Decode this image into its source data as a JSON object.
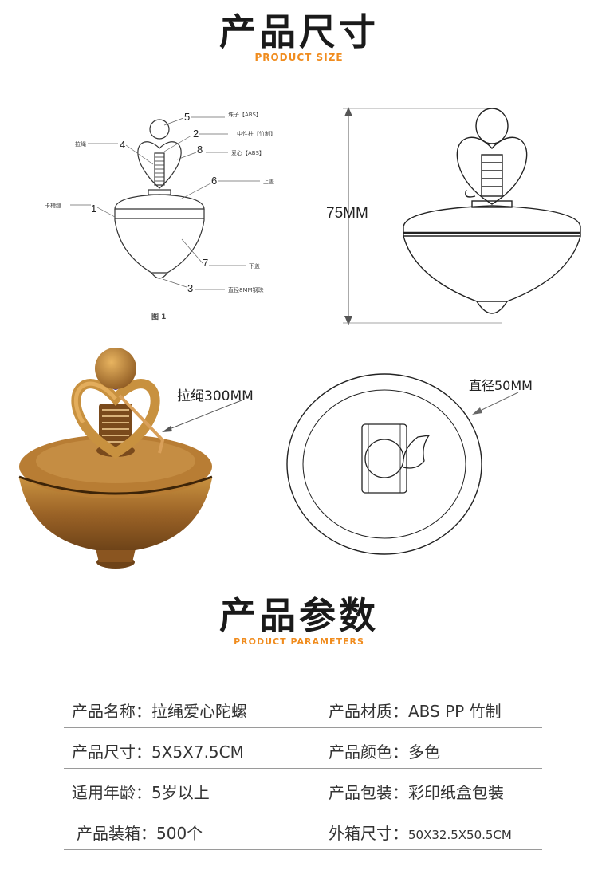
{
  "size_section": {
    "title": "产品尺寸",
    "subtitle": "PRODUCT SIZE",
    "diagram": {
      "callouts": {
        "c5": "珠子【ABS】",
        "c2": "中性柱【竹制】",
        "c8": "爱心【ABS】",
        "c4": "拉绳",
        "c6": "上盖",
        "c1": "卡槽缝",
        "c7": "下盖",
        "c3": "直径8MM钢珠"
      },
      "numbers": {
        "n5": "5",
        "n2": "2",
        "n4": "4",
        "n8": "8",
        "n6": "6",
        "n1": "1",
        "n7": "7",
        "n3": "3"
      },
      "caption": "图 1"
    },
    "height_label": "75MM",
    "rope_label": "拉绳300MM",
    "diameter_label": "直径50MM"
  },
  "params_section": {
    "title": "产品参数",
    "subtitle": "PRODUCT PARAMETERS",
    "rows": [
      {
        "left": "产品名称：拉绳爱心陀螺",
        "right": "产品材质：ABS PP 竹制"
      },
      {
        "left": "产品尺寸：5X5X7.5CM",
        "right": "产品颜色：多色"
      },
      {
        "left": "适用年龄：5岁以上",
        "right": "产品包装：彩印纸盒包装"
      },
      {
        "left": "产品装箱：500个",
        "right_label": "外箱尺寸：",
        "right_value": "50X32.5X50.5CM"
      }
    ]
  },
  "colors": {
    "accent": "#f08c1e",
    "bronze": "#a8702e"
  }
}
